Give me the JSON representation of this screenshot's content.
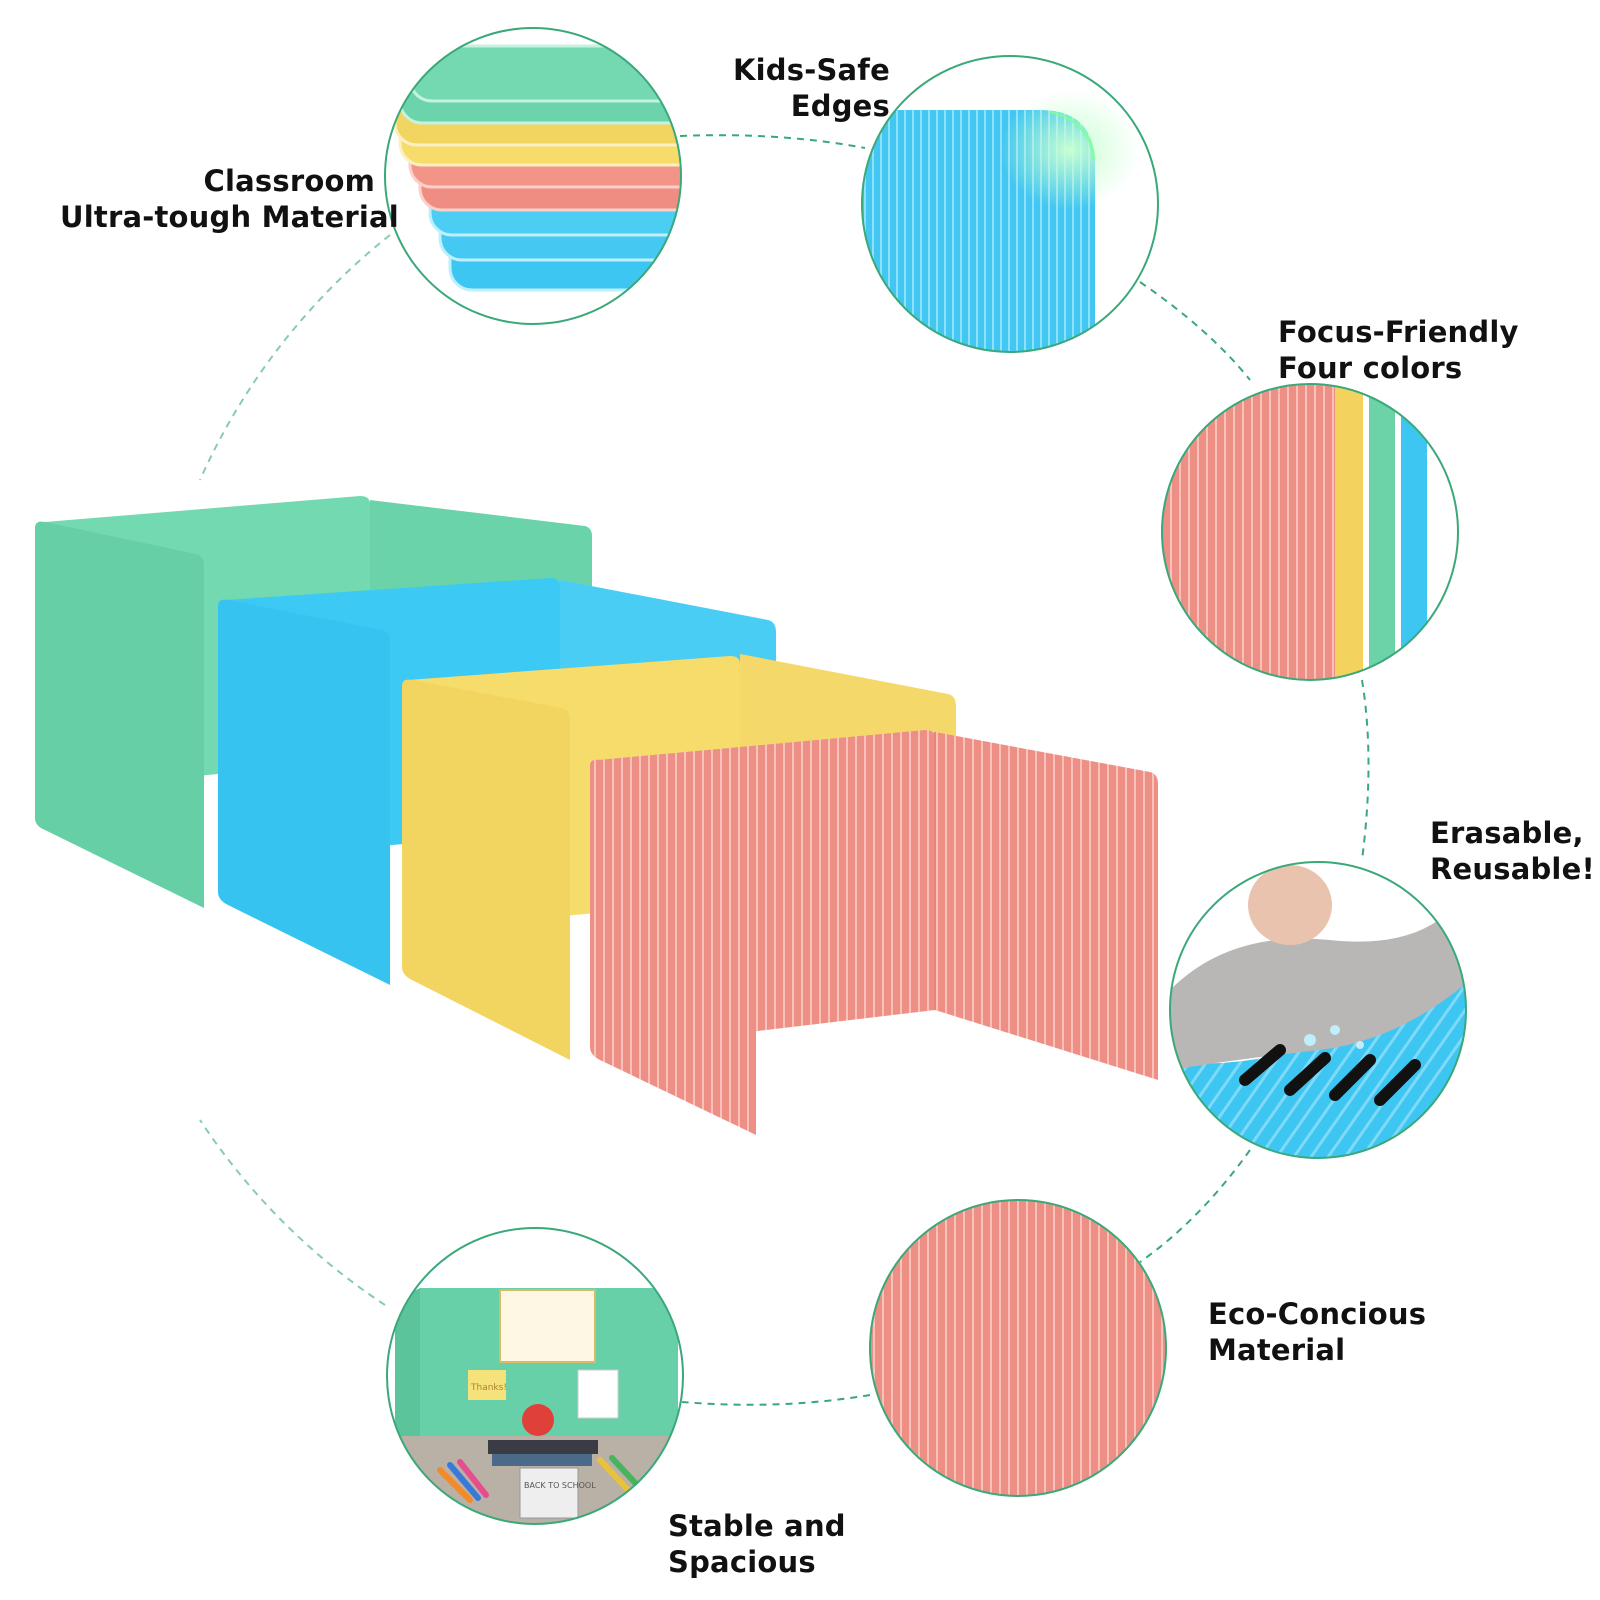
{
  "features": {
    "classroom": {
      "line1": "Classroom",
      "line2": "Ultra-tough Material"
    },
    "kids_safe": {
      "line1": "Kids-Safe",
      "line2": "Edges"
    },
    "focus_friendly": {
      "line1": "Focus-Friendly",
      "line2": "Four colors"
    },
    "erasable": {
      "line1": "Erasable,",
      "line2": "Reusable!"
    },
    "eco": {
      "line1": "Eco-Concious",
      "line2": "Material"
    },
    "stable": {
      "line1": "Stable and",
      "line2": "Spacious"
    }
  },
  "detail_image_text": {
    "note": "Thanks!",
    "book": "BACK TO SCHOOL"
  },
  "colors": {
    "green": "#6fd6ad",
    "blue": "#3dc8f3",
    "yellow": "#f3d767",
    "coral": "#f1958a",
    "dashed_circle": "#3aa878"
  }
}
